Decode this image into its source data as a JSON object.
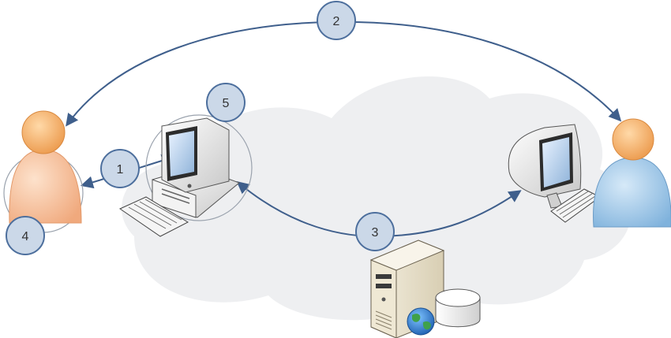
{
  "colors": {
    "arrow": "#3f5f8c",
    "step_badge_fill": "#cbd8e8",
    "step_badge_stroke": "#4d6f9d",
    "cloud": "#eeeff1",
    "user_left_body": "#f6c3a0",
    "user_right_body": "#a7cbe9",
    "user_head": "#f2ad6c"
  },
  "icons": {
    "user_left": "person-icon",
    "user_right": "person-icon",
    "desktop_left": "desktop-computer-icon",
    "monitor_right": "monitor-icon",
    "keyboard": "keyboard-icon",
    "server": "server-tower-icon",
    "database": "database-cylinder-icon",
    "globe": "globe-icon",
    "cloud": "cloud-shape"
  },
  "steps": [
    {
      "label": "1"
    },
    {
      "label": "2"
    },
    {
      "label": "3"
    },
    {
      "label": "4"
    },
    {
      "label": "5"
    }
  ]
}
